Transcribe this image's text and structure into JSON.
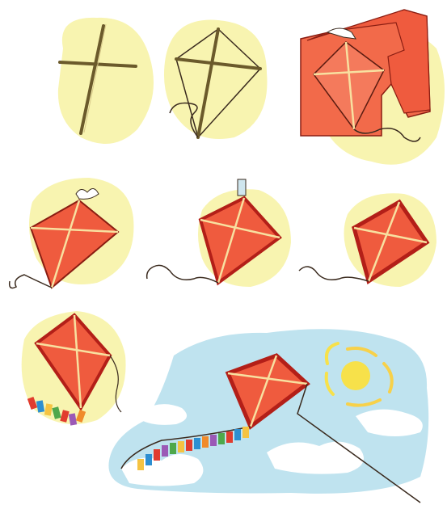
{
  "illustration": {
    "subject": "kite-making-steps",
    "steps": [
      {
        "step": 1,
        "content": "crossed-sticks-frame"
      },
      {
        "step": 2,
        "content": "string-frame-outline"
      },
      {
        "step": 3,
        "content": "kite-on-paper-cutting"
      },
      {
        "step": 4,
        "content": "kite-with-ties"
      },
      {
        "step": 5,
        "content": "kite-gluing-edges"
      },
      {
        "step": 6,
        "content": "kite-finished-border"
      },
      {
        "step": 7,
        "content": "kite-with-tail"
      },
      {
        "step": 8,
        "content": "kite-flying-in-sky"
      }
    ]
  },
  "colors": {
    "kite_fill": "#f26a4a",
    "kite_border": "#c8231e",
    "wash_yellow": "#f8f4b0",
    "sky_blue": "#bfe3ef",
    "sun_yellow": "#f7e14a",
    "stick": "#6b5a2b",
    "ink": "#3a2a1e"
  }
}
